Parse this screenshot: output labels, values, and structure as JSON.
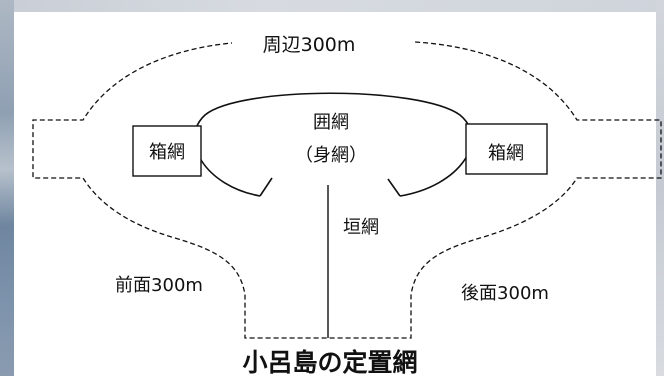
{
  "diagram": {
    "perimeter_label": "周辺300m",
    "surrounding_net_label": "囲網",
    "body_net_label": "（身網）",
    "box_net_left_label": "箱網",
    "box_net_right_label": "箱網",
    "fence_net_label": "垣網",
    "front_label": "前面300m",
    "rear_label": "後面300m",
    "title": "小呂島の定置網"
  },
  "colors": {
    "line": "#111111",
    "background": "#ffffff"
  }
}
